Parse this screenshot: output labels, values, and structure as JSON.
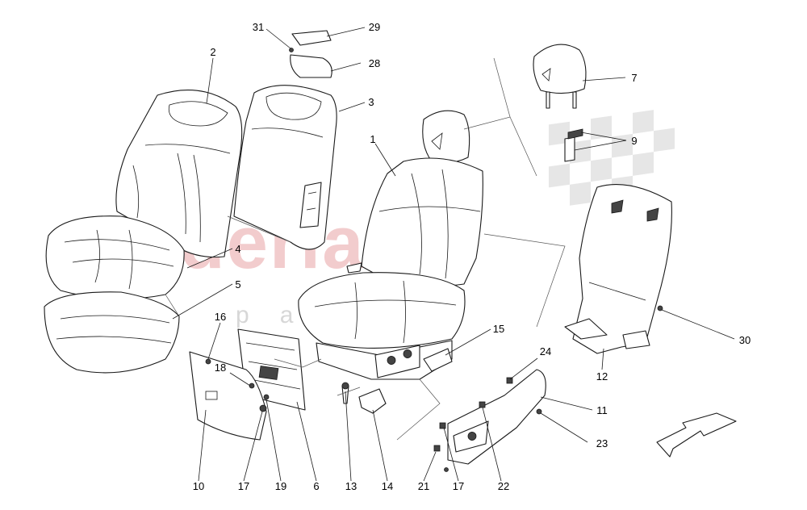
{
  "watermark": {
    "brand": "scuderia",
    "tagline": "car parts"
  },
  "callouts": [
    {
      "id": "c1",
      "label": "1"
    },
    {
      "id": "c2",
      "label": "2"
    },
    {
      "id": "c3",
      "label": "3"
    },
    {
      "id": "c4",
      "label": "4"
    },
    {
      "id": "c5",
      "label": "5"
    },
    {
      "id": "c6",
      "label": "6"
    },
    {
      "id": "c7",
      "label": "7"
    },
    {
      "id": "c9",
      "label": "9"
    },
    {
      "id": "c10",
      "label": "10"
    },
    {
      "id": "c11",
      "label": "11"
    },
    {
      "id": "c12",
      "label": "12"
    },
    {
      "id": "c13",
      "label": "13"
    },
    {
      "id": "c14",
      "label": "14"
    },
    {
      "id": "c15",
      "label": "15"
    },
    {
      "id": "c16",
      "label": "16"
    },
    {
      "id": "c17a",
      "label": "17"
    },
    {
      "id": "c17b",
      "label": "17"
    },
    {
      "id": "c18",
      "label": "18"
    },
    {
      "id": "c19",
      "label": "19"
    },
    {
      "id": "c21",
      "label": "21"
    },
    {
      "id": "c22",
      "label": "22"
    },
    {
      "id": "c23",
      "label": "23"
    },
    {
      "id": "c24",
      "label": "24"
    },
    {
      "id": "c28",
      "label": "28"
    },
    {
      "id": "c29",
      "label": "29"
    },
    {
      "id": "c30",
      "label": "30"
    },
    {
      "id": "c31",
      "label": "31"
    }
  ]
}
